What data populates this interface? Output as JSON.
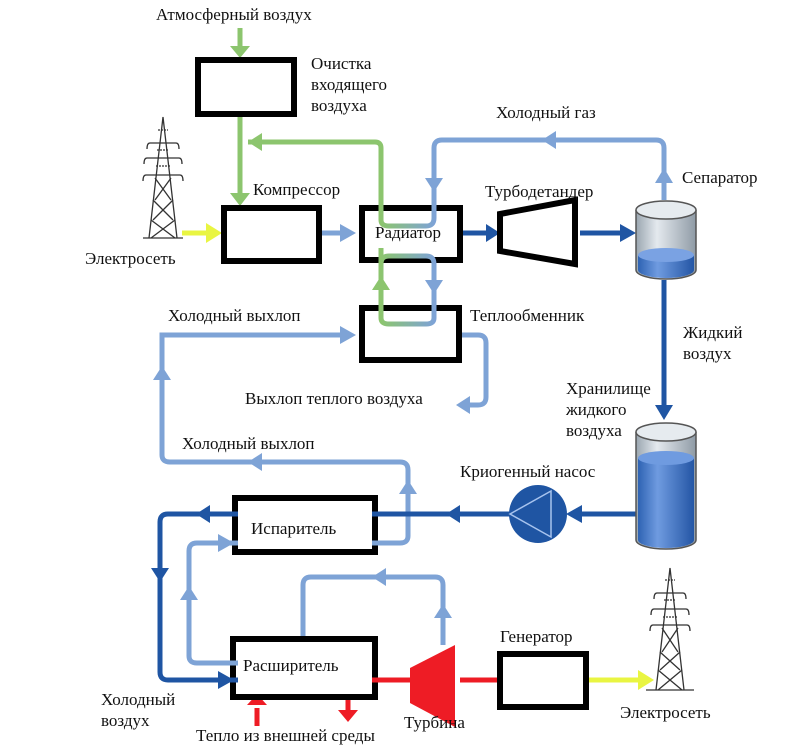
{
  "diagram": {
    "title": "Liquid air energy storage process",
    "colors": {
      "green_flow": "#8cc56e",
      "light_blue_flow": "#7ea3d6",
      "dark_blue_flow": "#1f55a3",
      "electric_flow": "#e9f542",
      "hot_flow": "#ee1c25",
      "box_border": "#000000"
    },
    "labels": {
      "atmospheric_air": "Атмосферный воздух",
      "intake_cleaning": "Очистка\nвходящего\nвоздуха",
      "compressor": "Компрессор",
      "grid_left": "Электросеть",
      "radiator": "Радиатор",
      "cold_gas": "Холодный газ",
      "turboexpander": "Турбодетандер",
      "separator": "Сепаратор",
      "heat_exchanger": "Теплообменник",
      "cold_exhaust_top": "Холодный выхлоп",
      "warm_air_exhaust": "Выхлоп теплого воздуха",
      "liquid_air": "Жидкий\nвоздух",
      "liquid_air_storage": "Хранилище\nжидкого\nвоздуха",
      "cold_exhaust_bottom": "Холодный выхлоп",
      "cryogenic_pump": "Криогенный насос",
      "evaporator": "Испаритель",
      "expander": "Расширитель",
      "cold_air": "Холодный\nвоздух",
      "ambient_heat": "Тепло из внешней среды",
      "turbine": "Турбина",
      "generator": "Генератор",
      "grid_right": "Электросеть"
    },
    "icons": [
      "power-tower-icon",
      "tank-icon",
      "pump-icon",
      "turbine-icon",
      "turboexpander-icon"
    ]
  }
}
